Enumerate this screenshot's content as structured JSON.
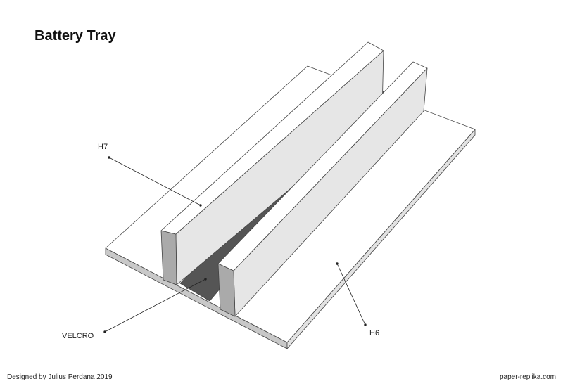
{
  "title": "Battery Tray",
  "labels": {
    "h7": "H7",
    "velcro": "VELCRO",
    "h6": "H6"
  },
  "footer": {
    "designer": "Designed by Julius Perdana 2019",
    "site": "paper-replika.com"
  },
  "colors": {
    "velcro": "#555555",
    "wall_front": "#aaaaaa",
    "wall_side": "#e6e6e6",
    "plate_edge": "#d4d4d4"
  }
}
